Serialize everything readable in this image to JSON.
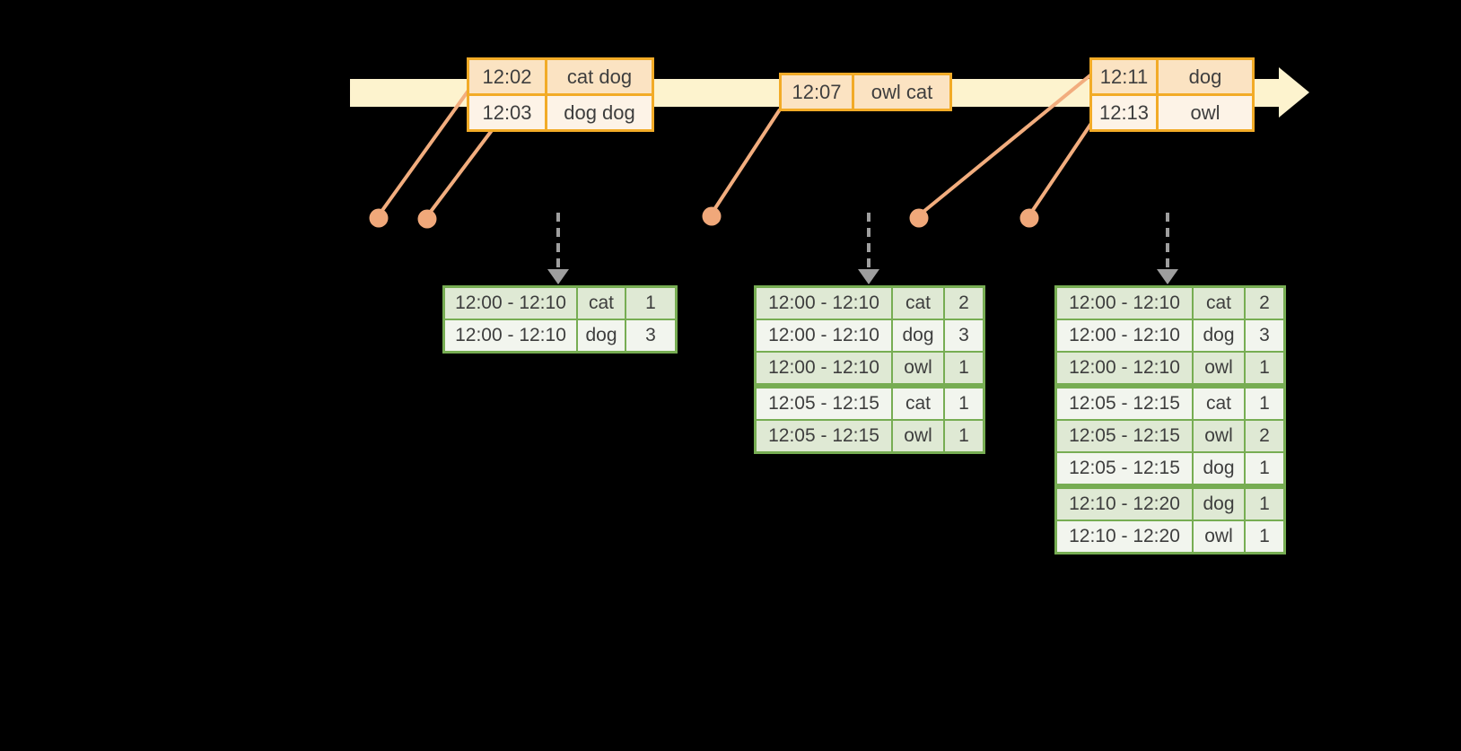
{
  "colors": {
    "background": "#000000",
    "timeline_band": "#fdf3ce",
    "event_table_border": "#f2ab27",
    "event_row_peach": "#fbe3c2",
    "event_row_light": "#fdf3e7",
    "connector_salmon": "#f2ad7e",
    "dot_salmon": "#f0a87a",
    "trigger_arrow_gray": "#9e9e9e",
    "result_table_border": "#77ad53",
    "result_row_green": "#dfe9d4",
    "result_row_light": "#f2f5ee",
    "text": "#3e3e3e"
  },
  "event_tables": [
    {
      "rows": [
        [
          "12:02",
          "cat dog"
        ],
        [
          "12:03",
          "dog dog"
        ]
      ]
    },
    {
      "rows": [
        [
          "12:07",
          "owl cat"
        ]
      ]
    },
    {
      "rows": [
        [
          "12:11",
          "dog"
        ],
        [
          "12:13",
          "owl"
        ]
      ]
    }
  ],
  "result_tables": [
    {
      "rows": [
        [
          "12:00 - 12:10",
          "cat",
          "1"
        ],
        [
          "12:00 - 12:10",
          "dog",
          "3"
        ]
      ],
      "group_breaks": []
    },
    {
      "rows": [
        [
          "12:00 - 12:10",
          "cat",
          "2"
        ],
        [
          "12:00 - 12:10",
          "dog",
          "3"
        ],
        [
          "12:00 - 12:10",
          "owl",
          "1"
        ],
        [
          "12:05 - 12:15",
          "cat",
          "1"
        ],
        [
          "12:05 - 12:15",
          "owl",
          "1"
        ]
      ],
      "group_breaks": [
        3
      ]
    },
    {
      "rows": [
        [
          "12:00 - 12:10",
          "cat",
          "2"
        ],
        [
          "12:00 - 12:10",
          "dog",
          "3"
        ],
        [
          "12:00 - 12:10",
          "owl",
          "1"
        ],
        [
          "12:05 - 12:15",
          "cat",
          "1"
        ],
        [
          "12:05 - 12:15",
          "owl",
          "2"
        ],
        [
          "12:05 - 12:15",
          "dog",
          "1"
        ],
        [
          "12:10 - 12:20",
          "dog",
          "1"
        ],
        [
          "12:10 - 12:20",
          "owl",
          "1"
        ]
      ],
      "group_breaks": [
        3,
        6
      ]
    }
  ]
}
